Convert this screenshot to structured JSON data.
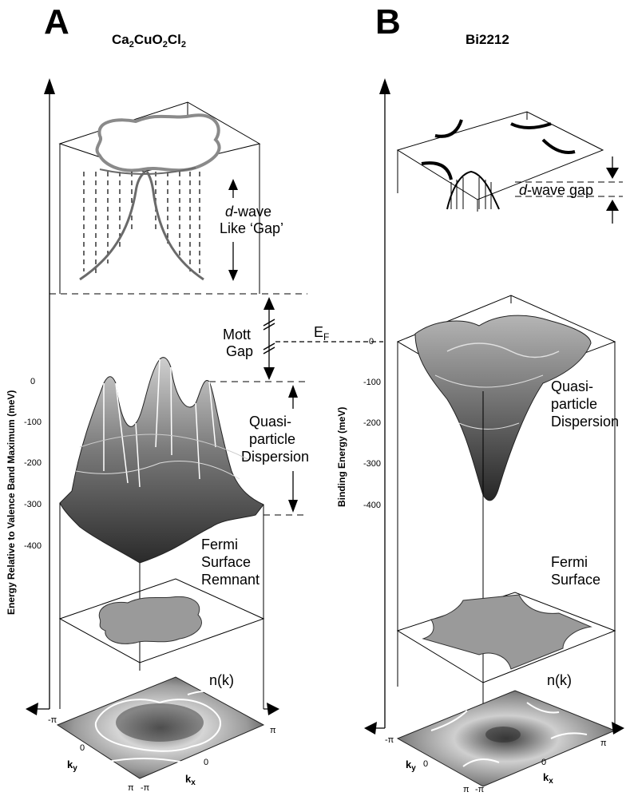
{
  "panel_a": {
    "letter": "A",
    "title_parts": [
      "Ca",
      "2",
      "CuO",
      "2",
      "Cl",
      "2"
    ],
    "dwave_label_line1_italic": "d",
    "dwave_label_line1_rest": "-wave",
    "dwave_label_line2": "Like ‘Gap’",
    "mott_line1": "Mott",
    "mott_line2": "Gap",
    "ef_main": "E",
    "ef_sub": "F",
    "qp_line1": "Quasi-",
    "qp_line2": "particle",
    "qp_line3": "Dispersion",
    "fs_line1": "Fermi",
    "fs_line2": "Surface",
    "fs_line3": "Remnant",
    "nk": "n(k)",
    "y_axis_title": "Energy Relative to Valence Band Maximum (meV)",
    "y_ticks": [
      "0",
      "-100",
      "-200",
      "-300",
      "-400"
    ],
    "ky_main": "k",
    "ky_sub": "y",
    "kx_main": "k",
    "kx_sub": "x",
    "ky_ticks": [
      "-π",
      "0",
      "π"
    ],
    "kx_ticks": [
      "-π",
      "0",
      "π"
    ]
  },
  "panel_b": {
    "letter": "B",
    "title": "Bi2212",
    "dwave_italic": "d",
    "dwave_rest": "-wave gap",
    "qp_line1": "Quasi-",
    "qp_line2": "particle",
    "qp_line3": "Dispersion",
    "fs_line1": "Fermi",
    "fs_line2": "Surface",
    "nk": "n(k)",
    "y_axis_title": "Binding Energy (meV)",
    "y_ticks": [
      "0",
      "-100",
      "-200",
      "-300",
      "-400"
    ],
    "ky_main": "k",
    "ky_sub": "y",
    "kx_main": "k",
    "kx_sub": "x",
    "ky_ticks": [
      "-π",
      "0",
      "π"
    ],
    "kx_ticks": [
      "-π",
      "0",
      "π"
    ]
  }
}
